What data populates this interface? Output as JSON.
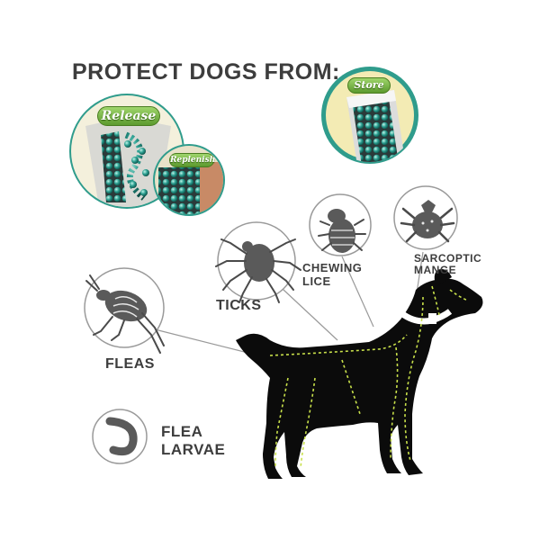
{
  "headline": "PROTECT DOGS FROM:",
  "collar_labels": {
    "release": "Release",
    "replenish": "Replenish",
    "store": "Store"
  },
  "pests": [
    {
      "label": "FLEAS",
      "icon": "flea-icon"
    },
    {
      "label": "TICKS",
      "icon": "tick-icon"
    },
    {
      "label": "CHEWING LICE",
      "line1": "CHEWING",
      "line2": "LICE",
      "icon": "louse-icon"
    },
    {
      "label": "SARCOPTIC MANGE",
      "line1": "SARCOPTIC",
      "line2": "MANGE",
      "icon": "mite-icon"
    },
    {
      "label": "FLEA LARVAE",
      "line1": "FLEA",
      "line2": "LARVAE",
      "icon": "larva-icon"
    }
  ],
  "colors": {
    "text": "#3d3d3d",
    "bubble_ring": "#2f9c8c",
    "bubble_fill": "#f3ebb4",
    "pill": "#7cbf46",
    "dog": "#0b0b0b",
    "dog_lines": "#c8e04a",
    "collar": "#ffffff"
  }
}
